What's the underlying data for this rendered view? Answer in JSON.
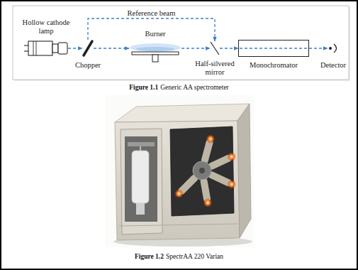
{
  "diagram": {
    "nodes": [
      {
        "text": [
          "Hollow cathode lamp"
        ]
      },
      {
        "text": [
          "Chopper"
        ]
      },
      {
        "text": [
          "Burner"
        ]
      },
      {
        "text": [
          "Half-silvered mirror"
        ]
      },
      {
        "text": [
          "Monochromator"
        ]
      },
      {
        "text": [
          "Detector"
        ]
      }
    ],
    "edges": [
      {
        "from": 0,
        "to": 1,
        "arrow": "to"
      },
      {
        "from": 1,
        "to": 2,
        "arrow": "to"
      },
      {
        "from": 2,
        "to": 3,
        "arrow": "to"
      },
      {
        "from": 3,
        "to": 4,
        "arrow": "to"
      },
      {
        "from": 4,
        "to": 5,
        "arrow": "to"
      },
      {
        "from": 1,
        "to": 3,
        "label": "Reference beam",
        "arrow": "to"
      }
    ],
    "labels": [
      "Figure 1.1",
      "Generic AA spectrometer",
      "Figure 1.2",
      "SpectrAA 220 Varian"
    ]
  }
}
